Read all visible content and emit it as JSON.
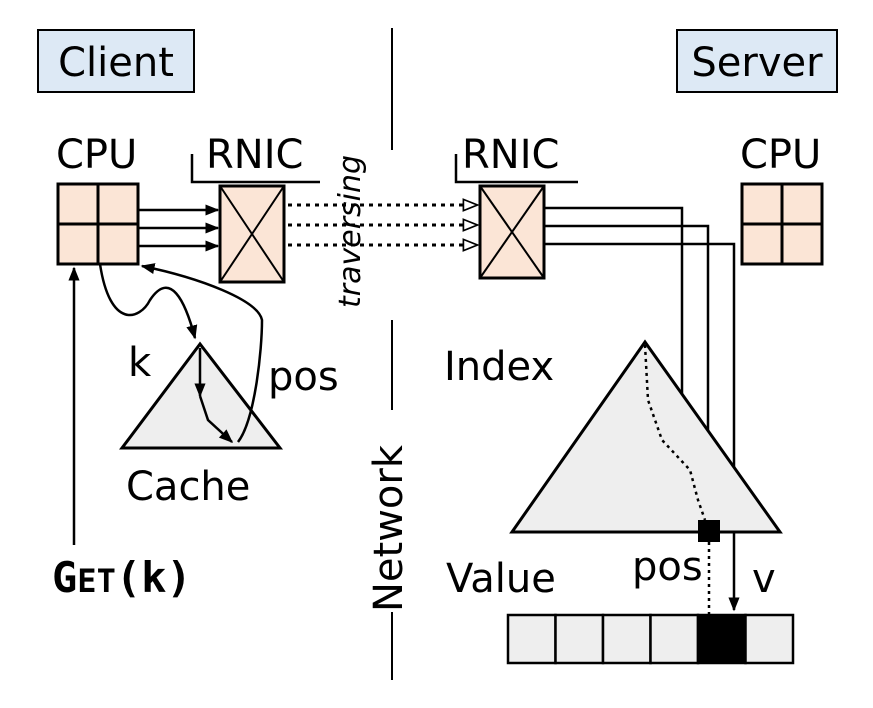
{
  "labels": {
    "client": "Client",
    "server": "Server",
    "cpu_client": "CPU",
    "cpu_server": "CPU",
    "rnic_client": "RNIC",
    "rnic_server": "RNIC",
    "traversing": "traversing",
    "network": "Network",
    "k": "k",
    "pos_client": "pos",
    "cache": "Cache",
    "index": "Index",
    "value": "Value",
    "pos_server": "pos",
    "v": "v",
    "get_g": "G",
    "get_et": "ET",
    "get_args": "(k)"
  },
  "value_array": {
    "cell_count": 6,
    "highlighted_index": 4
  },
  "colors": {
    "label_box": "#dde9f5",
    "cpu_cell": "#fbe5d6",
    "triangle": "#eeeeee",
    "highlight": "#000000"
  }
}
